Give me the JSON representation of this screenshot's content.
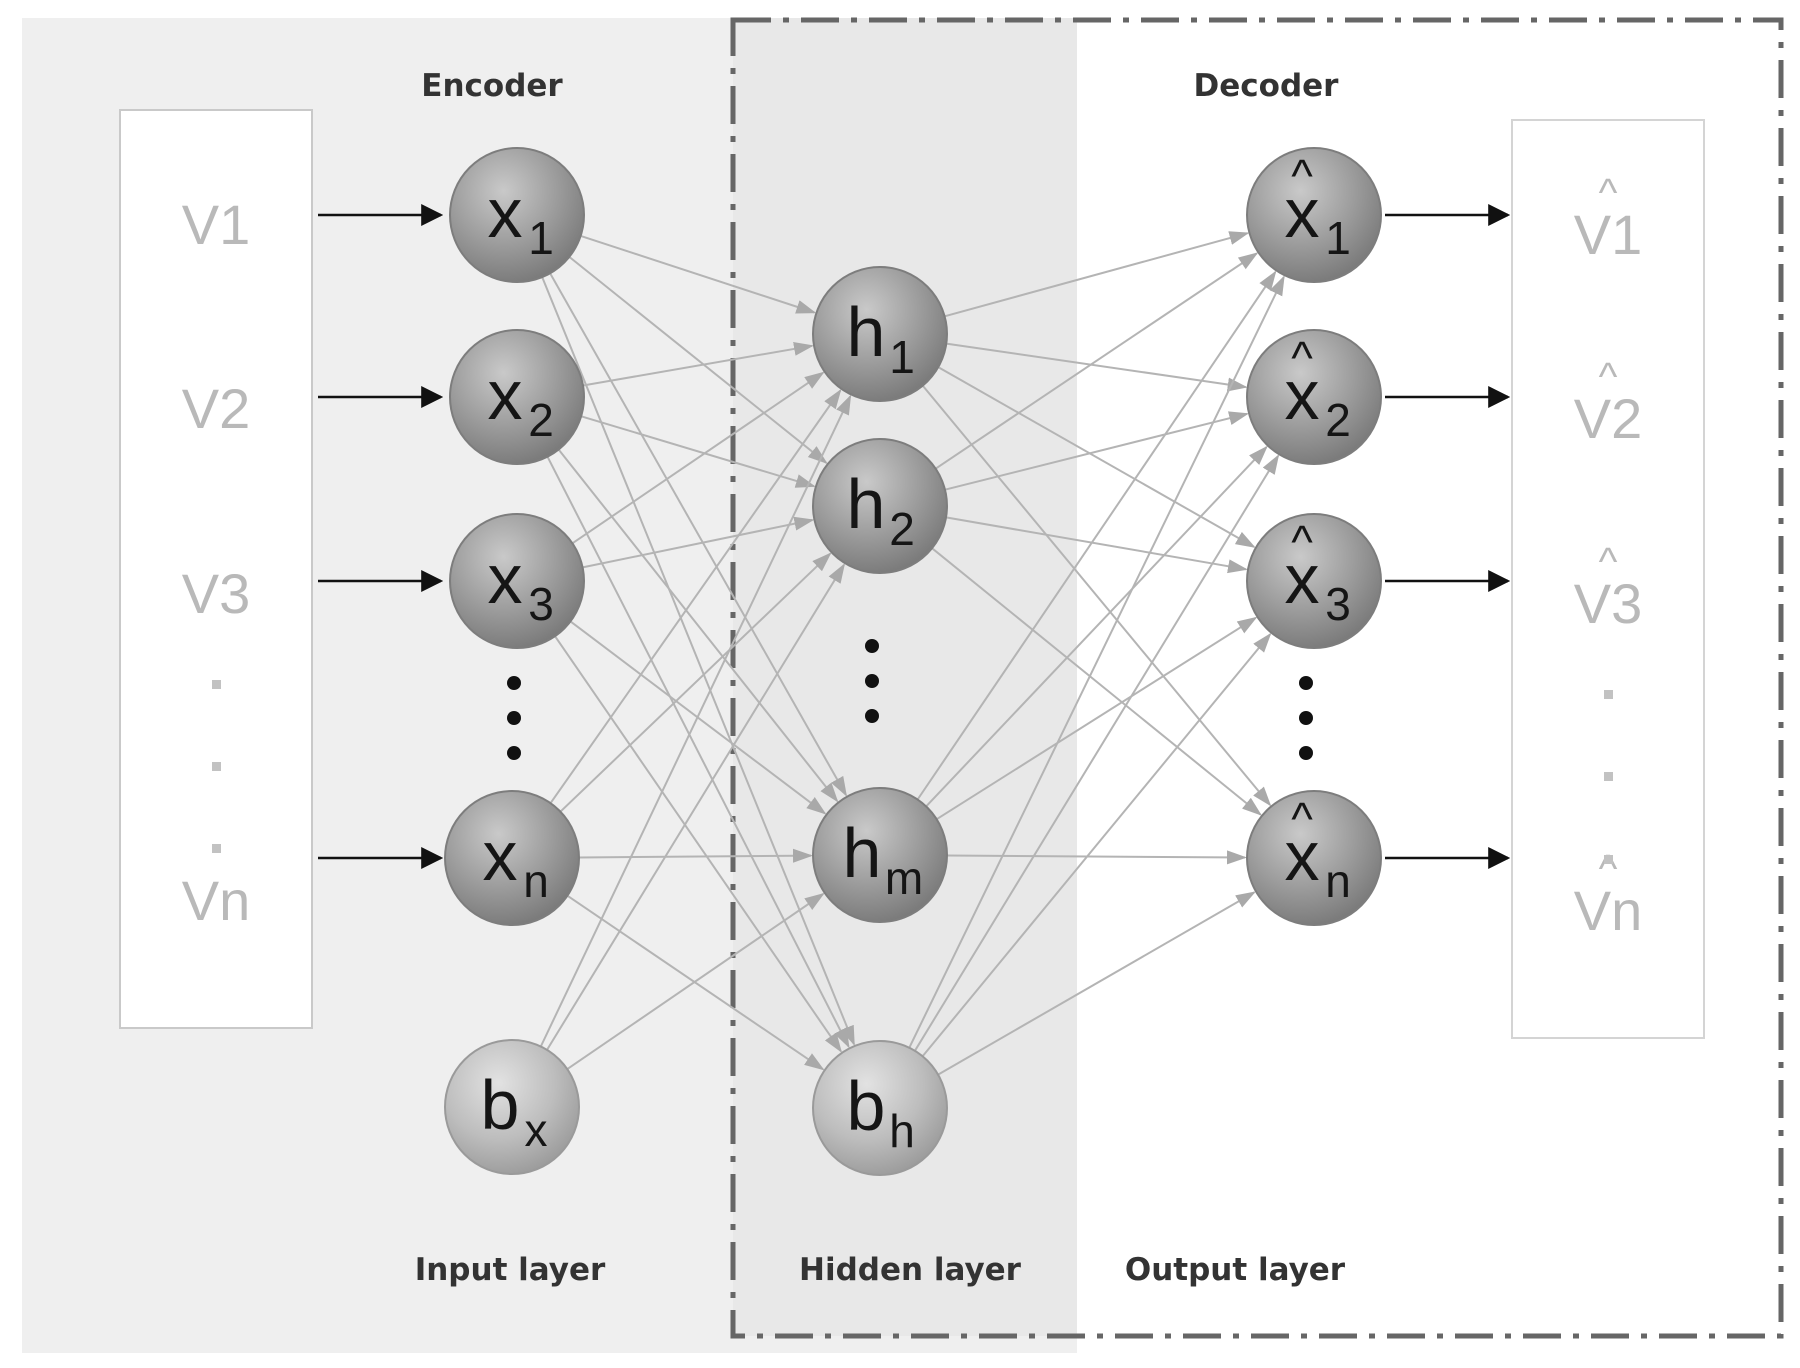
{
  "sections": {
    "encoder": "Encoder",
    "decoder": "Decoder",
    "input_layer": "Input layer",
    "hidden_layer": "Hidden layer",
    "output_layer": "Output layer"
  },
  "input_vars": [
    "V1",
    "V2",
    "V3",
    "Vn"
  ],
  "input_nodes": [
    {
      "main": "x",
      "sub": "1"
    },
    {
      "main": "x",
      "sub": "2"
    },
    {
      "main": "x",
      "sub": "3"
    },
    {
      "main": "x",
      "sub": "n"
    }
  ],
  "input_bias": {
    "main": "b",
    "sub": "x"
  },
  "hidden_nodes": [
    {
      "main": "h",
      "sub": "1"
    },
    {
      "main": "h",
      "sub": "2"
    },
    {
      "main": "h",
      "sub": "m"
    }
  ],
  "hidden_bias": {
    "main": "b",
    "sub": "h"
  },
  "output_nodes": [
    {
      "main": "x",
      "sub": "1"
    },
    {
      "main": "x",
      "sub": "2"
    },
    {
      "main": "x",
      "sub": "3"
    },
    {
      "main": "x",
      "sub": "n"
    }
  ],
  "output_vars": [
    "V1",
    "V2",
    "V3",
    "Vn"
  ],
  "hat_symbol": "^",
  "colors": {
    "encoder_panel": "#efefef",
    "hidden_panel": "#e9e9e9",
    "node_fill": "#9a9a9a",
    "connection": "#b4b4b4",
    "dashed_border": "#666666"
  }
}
